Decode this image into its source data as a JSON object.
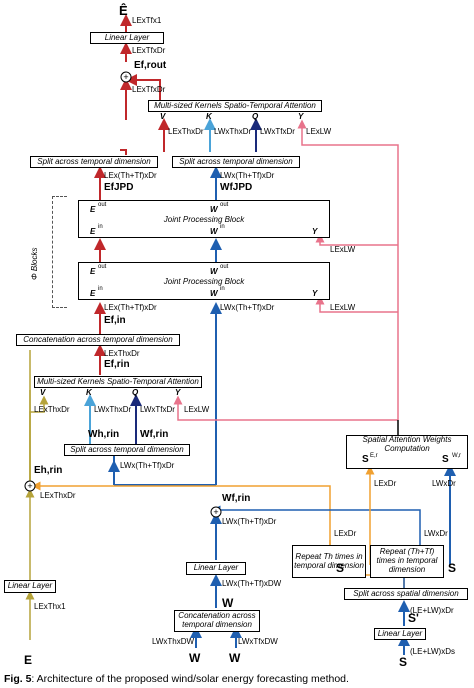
{
  "caption": {
    "prefix": "Fig. 5",
    "text": ": Architecture of the proposed wind/solar energy forecasting method."
  },
  "blocks": {
    "linear_top": "Linear Layer",
    "mk_top": "Multi-sized Kernels Spatio-Temporal Attention",
    "split_left": "Split across temporal dimension",
    "split_right": "Split across temporal dimension",
    "jpb": "Joint Processing Block",
    "concat": "Concatenation across temporal dimension",
    "mk_bottom": "Multi-sized Kernels Spatio-Temporal Attention",
    "split_bottom": "Split across temporal dimension",
    "spatial_att": "Spatial Attention Weights Computation",
    "linear_left": "Linear Layer",
    "linear_mid": "Linear Layer",
    "concat_mid": "Concatenation across temporal dimension",
    "repeat_th": "Repeat Th times in temporal dimension",
    "repeat_thtf": "Repeat (Th+Tf) times in temporal dimension",
    "split_spatial": "Split across spatial dimension",
    "linear_right": "Linear Layer"
  },
  "ports": {
    "V": "V",
    "K": "K",
    "Q": "Q",
    "Y": "Y",
    "E_in": "E",
    "E_out": "E",
    "W_in": "W",
    "W_out": "W",
    "in": "in",
    "out": "out",
    "S_E_r": "S",
    "S_W_r": "S",
    "E_r": "E,r",
    "W_r": "W,r"
  },
  "phi_blocks": "Φ Blocks",
  "symbols": {
    "E_hat": "Ê",
    "E_h": "E",
    "W_h": "W",
    "W_f": "W",
    "W": "W",
    "S": "S",
    "S_prime": "S'",
    "S_E_r": "S",
    "S_W_r": "S"
  },
  "dims": {
    "out_top": "LExTfx1",
    "d1": "LExTfxDr",
    "d2": "LExTfxDr",
    "d_v": "LExThxDr",
    "d_k": "LWxThxDr",
    "d_q": "LWxTfxDr",
    "d_y": "LExLW",
    "d_ejpd": "LEx(Th+Tf)xDr",
    "d_wjpd": "LWx(Th+Tf)xDr",
    "d_jpb_y1": "LExLW",
    "d_jpb_ein": "LEx(Th+Tf)xDr",
    "d_jpb_win": "LWx(Th+Tf)xDr",
    "d_jpb_y2": "LExLW",
    "d_concat": "LExThxDr",
    "d_mkb_v": "LExThxDr",
    "d_mkb_k": "LWxThxDr",
    "d_mkb_q": "LWxTfxDr",
    "d_mkb_y": "LExLW",
    "d_splitb": "LWx(Th+Tf)xDr",
    "d_eh": "LExThxDr",
    "d_wf_in": "LWx(Th+Tf)xDr",
    "d_lin_left": "LExThx1",
    "d_lin_mid": "LWx(Th+Tf)xDW",
    "d_concat_mid_l": "LWxThxDW",
    "d_concat_mid_r": "LWxTfxDW",
    "d_se": "LExDr",
    "d_sw": "LWxDr",
    "d_rep_l": "LExDr",
    "d_rep_r": "LWxDr",
    "d_split_sp": "(LE+LW)xDr",
    "d_s": "(LE+LW)xDs"
  },
  "labels": {
    "E_f_rout": "Ef,rout",
    "E_f_jpd": "EfJPD",
    "W_f_jpd": "WfJPD",
    "E_f_in": "Ef,in",
    "E_f_rin": "Ef,rin",
    "W_h_rin": "Wh,rin",
    "W_f_rin": "Wf,rin",
    "E_h_rin": "Eh,rin",
    "W_f_rin2": "Wf,rin"
  },
  "colors": {
    "red": "#c0282b",
    "blue": "#1f5fb0",
    "navy": "#1a2a7a",
    "lightblue": "#4aa3d8",
    "pink": "#e8738b",
    "orange": "#f0a030",
    "olive": "#b5a33a",
    "gray": "#555555"
  }
}
